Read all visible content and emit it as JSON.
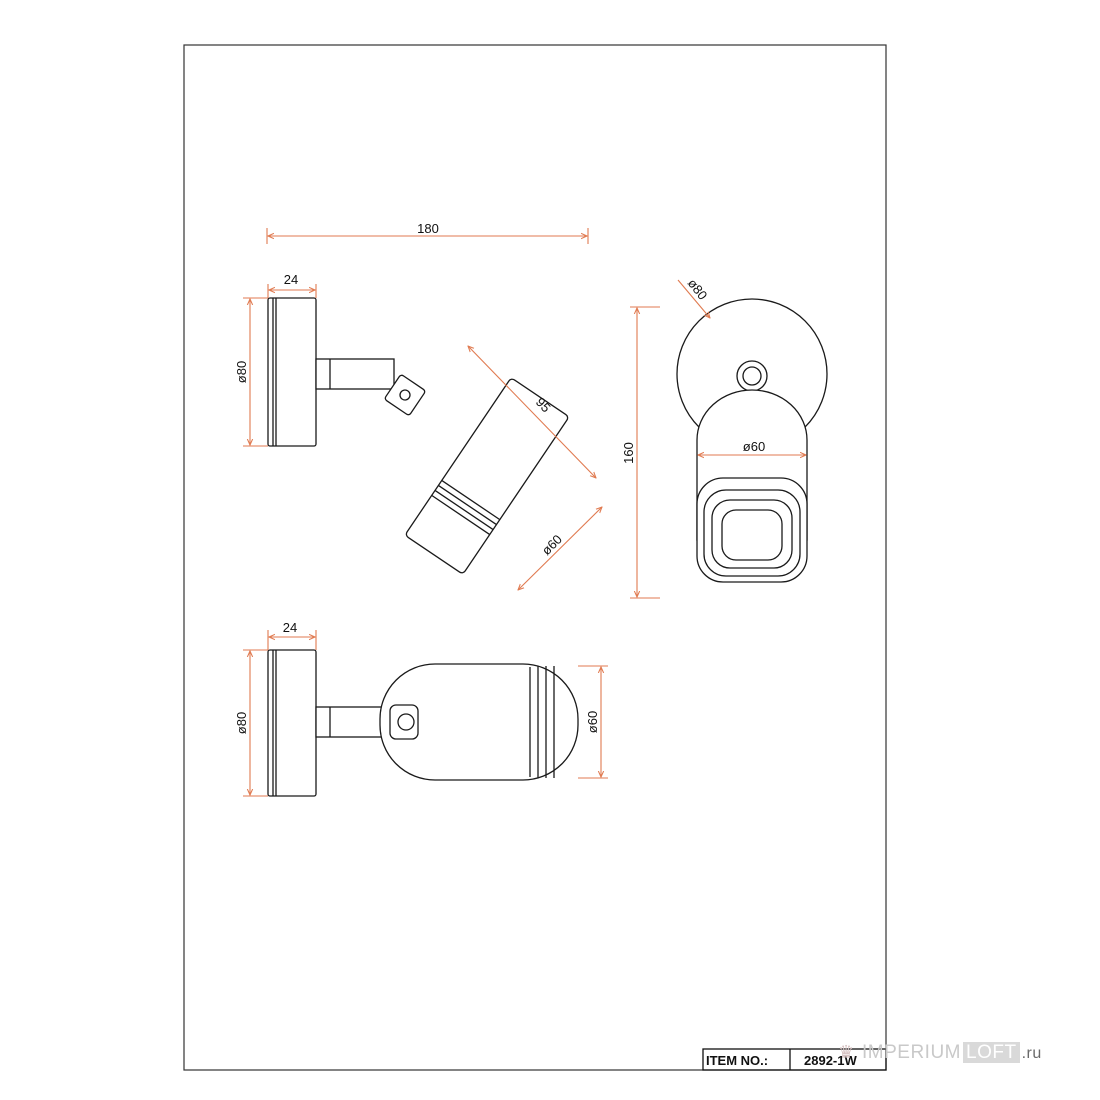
{
  "dimensions": {
    "side_width": "180",
    "side_base_depth": "24",
    "side_base_dia": "ø80",
    "side_length": "95",
    "side_body_dia": "ø60",
    "front_plate_dia": "ø80",
    "front_height": "160",
    "front_body_dia": "ø60",
    "top_base_depth": "24",
    "top_base_dia": "ø80",
    "top_body_dia": "ø60"
  },
  "title_block": {
    "item_label": "ITEM NO.:",
    "item_value": "2892-1W"
  },
  "watermark": {
    "imperium": "IMPERIUM",
    "loft": "LOFT",
    "tld": ".ru"
  },
  "colors": {
    "dimension_line": "#e07a50",
    "outline": "#1a1a1a"
  }
}
